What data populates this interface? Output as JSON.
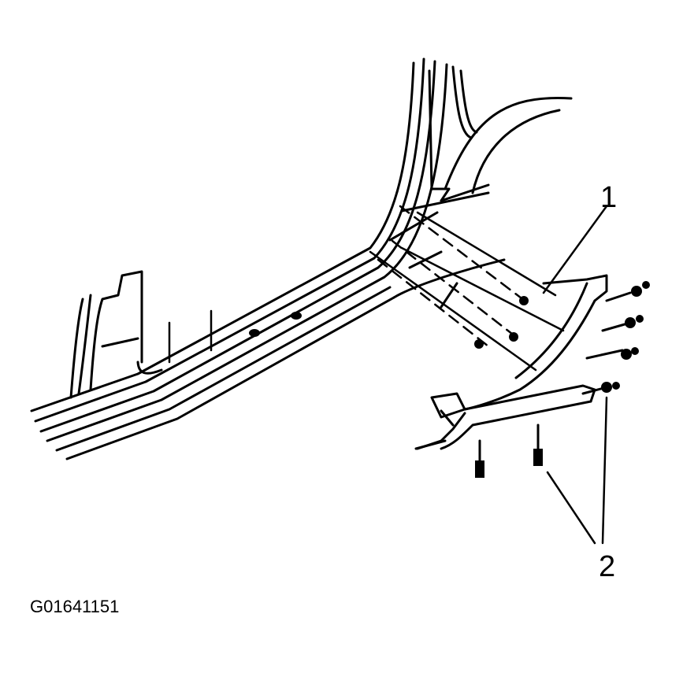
{
  "callouts": [
    {
      "label": "1"
    },
    {
      "label": "2"
    }
  ],
  "figure_id": "G01641151"
}
